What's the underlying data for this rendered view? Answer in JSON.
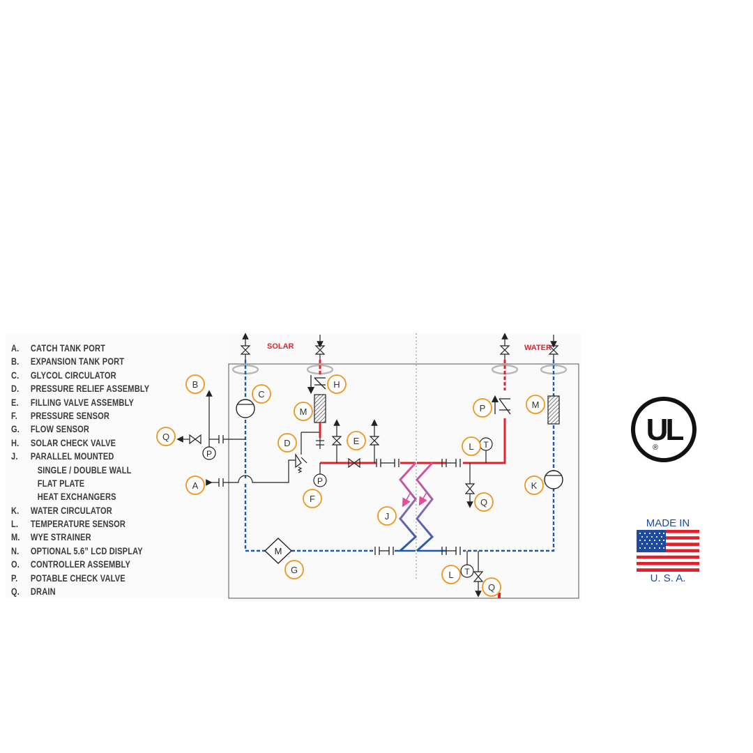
{
  "legend": {
    "items": [
      {
        "key": "A.",
        "label": "CATCH TANK PORT"
      },
      {
        "key": "B.",
        "label": "EXPANSION TANK PORT"
      },
      {
        "key": "C.",
        "label": "GLYCOL CIRCULATOR"
      },
      {
        "key": "D.",
        "label": "PRESSURE RELIEF ASSEMBLY"
      },
      {
        "key": "E.",
        "label": "FILLING VALVE ASSEMBLY"
      },
      {
        "key": "F.",
        "label": "PRESSURE SENSOR"
      },
      {
        "key": "G.",
        "label": "FLOW SENSOR"
      },
      {
        "key": "H.",
        "label": "SOLAR CHECK VALVE"
      },
      {
        "key": "J.",
        "label": "PARALLEL MOUNTED"
      },
      {
        "key": "",
        "label": "SINGLE / DOUBLE WALL"
      },
      {
        "key": "",
        "label": "FLAT PLATE"
      },
      {
        "key": "",
        "label": "HEAT EXCHANGERS"
      },
      {
        "key": "K.",
        "label": "WATER CIRCULATOR"
      },
      {
        "key": "L.",
        "label": "TEMPERATURE SENSOR"
      },
      {
        "key": "M.",
        "label": "WYE STRAINER"
      },
      {
        "key": "N.",
        "label": "OPTIONAL 5.6” LCD DISPLAY"
      },
      {
        "key": "O.",
        "label": "CONTROLLER ASSEMBLY"
      },
      {
        "key": "P.",
        "label": "POTABLE CHECK VALVE"
      },
      {
        "key": "Q.",
        "label": "DRAIN"
      }
    ]
  },
  "diagram": {
    "solar_label": "SOLAR",
    "water_label": "WATER",
    "callouts": {
      "A": "A",
      "B": "B",
      "C": "C",
      "D": "D",
      "E": "E",
      "F": "F",
      "G": "G",
      "H": "H",
      "J": "J",
      "K": "K",
      "L1": "L",
      "L2": "L",
      "M1": "M",
      "M2": "M",
      "P": "P",
      "Q1": "Q",
      "Q2": "Q",
      "Q3": "Q"
    },
    "symbols": {
      "pressure_sensor_left": "P",
      "pressure_sensor_F": "P",
      "temp_sensor_upper": "T",
      "temp_sensor_lower": "T",
      "flow_sensor_M": "M"
    }
  },
  "badges": {
    "ul": {
      "text": "UL",
      "registered": "®"
    },
    "made_in": {
      "top": "MADE IN",
      "bottom": "U. S. A."
    }
  },
  "colors": {
    "hot": "#e3232c",
    "cold": "#1f5aa8",
    "callout": "#f0951f",
    "pink": "#e84c9b",
    "flag_red": "#e0202a",
    "flag_blue": "#1c4aa0",
    "text": "#3a3a3a"
  }
}
